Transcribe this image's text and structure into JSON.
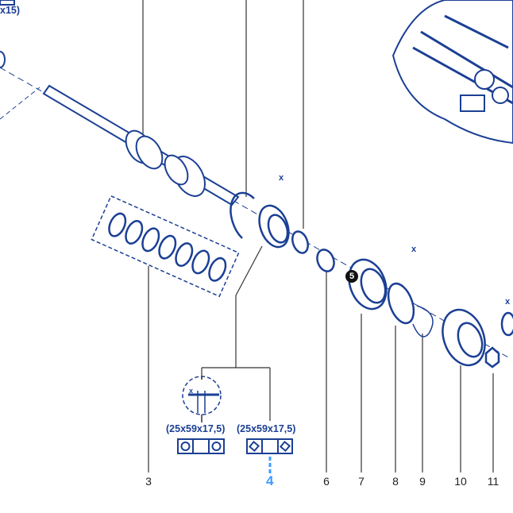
{
  "diagram": {
    "corner_label": "x15)",
    "dimension_labels": [
      "(25x59x17,5)",
      "(25x59x17,5)"
    ],
    "x_marks": [
      "x",
      "x",
      "x",
      "x"
    ],
    "highlight_label": "4",
    "badge": "5",
    "part_numbers": [
      "3",
      "6",
      "7",
      "8",
      "9",
      "10",
      "11"
    ]
  },
  "colors": {
    "line": "#1b3f94",
    "highlight": "#3b9bff",
    "leader": "#333333"
  }
}
